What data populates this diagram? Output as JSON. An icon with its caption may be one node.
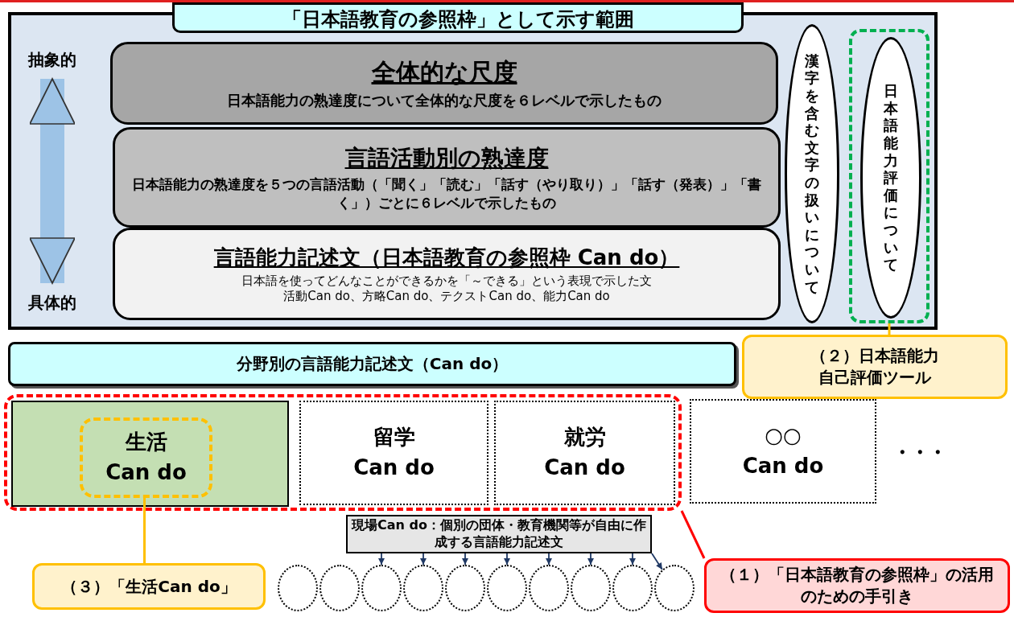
{
  "diagram": {
    "nodes": [
      {
        "text": [
          "「日本語教育の参照枠」として示す範囲"
        ]
      },
      {
        "text": [
          "抽象的"
        ],
        "in": 0
      },
      {
        "text": [
          "全体的な尺度",
          "日本語能力の熟達度について全体的な尺度を６レベルで示したもの"
        ],
        "in": 0
      },
      {
        "text": [
          "言語活動別の熟達度",
          "日本語能力の熟達度を５つの言語活動（「聞く」「読む」「話す（やり取り）」「話す（発表）」「書く」）ごとに６レベルで示したもの"
        ],
        "in": 0
      },
      {
        "text": [
          "言語能力記述文（日本語教育の参照枠 Can do）",
          "日本語を使ってどんなことができるかを「～できる」という表現で示した文活動Can do、方略Can do、テクストCan do、能力Can do"
        ],
        "in": 0
      },
      {
        "text": [
          "具体的"
        ],
        "in": 0
      },
      {
        "text": [
          "漢字を含む文字の扱いについて"
        ],
        "in": 0
      },
      {
        "text": [],
        "shape": "box",
        "in": 0
      },
      {
        "text": [
          "日本語能力評価について"
        ],
        "in": 7
      },
      {
        "text": [
          "分野別の言語能力記述文（Can do）"
        ]
      },
      {
        "text": [],
        "shape": "box"
      },
      {
        "text": [],
        "shape": "box",
        "in": 10
      },
      {
        "text": [
          "生活 Can do"
        ],
        "in": 11
      },
      {
        "text": [
          "留学 Can do"
        ],
        "in": 10
      },
      {
        "text": [
          "就労 Can do"
        ],
        "in": 10
      },
      {
        "text": [
          "○○ Can do"
        ]
      },
      {
        "text": [
          "現場Can do：個別の団体・教育機関等が自由に作成する言語能力記述文"
        ]
      },
      {
        "text": [],
        "shape": "ellipse"
      },
      {
        "text": [],
        "shape": "ellipse"
      },
      {
        "text": [],
        "shape": "ellipse"
      },
      {
        "text": [],
        "shape": "ellipse"
      },
      {
        "text": [],
        "shape": "ellipse"
      },
      {
        "text": [],
        "shape": "ellipse"
      },
      {
        "text": [],
        "shape": "ellipse"
      },
      {
        "text": [],
        "shape": "ellipse"
      },
      {
        "text": [],
        "shape": "ellipse"
      },
      {
        "text": [],
        "shape": "ellipse"
      },
      {
        "text": [
          "（３）「生活Can do」"
        ]
      },
      {
        "text": [
          "（１）「日本語教育の参照枠」の活用のための手引き"
        ]
      },
      {
        "text": [
          "（２）日本語能力自己評価ツール"
        ]
      }
    ],
    "edges": [
      {
        "from": 1,
        "to": 5,
        "arrow": "both",
        "style": "thick",
        "color": "#9dc3e6"
      },
      {
        "from": 16,
        "to": 19,
        "arrow": "to"
      },
      {
        "from": 16,
        "to": 20,
        "arrow": "to"
      },
      {
        "from": 16,
        "to": 21,
        "arrow": "to"
      },
      {
        "from": 16,
        "to": 22,
        "arrow": "to"
      },
      {
        "from": 16,
        "to": 23,
        "arrow": "to"
      },
      {
        "from": 16,
        "to": 24,
        "arrow": "to"
      },
      {
        "from": 16,
        "to": 25,
        "arrow": "to"
      },
      {
        "from": 16,
        "to": 26,
        "arrow": "to"
      },
      {
        "from": 27,
        "to": 12,
        "arrow": "none",
        "color": "#ffc000"
      },
      {
        "from": 28,
        "to": 10,
        "arrow": "none",
        "color": "#ff0000"
      },
      {
        "from": 29,
        "to": 7,
        "arrow": "none",
        "color": "#ffc000"
      }
    ],
    "labels": [
      "・・・"
    ]
  }
}
